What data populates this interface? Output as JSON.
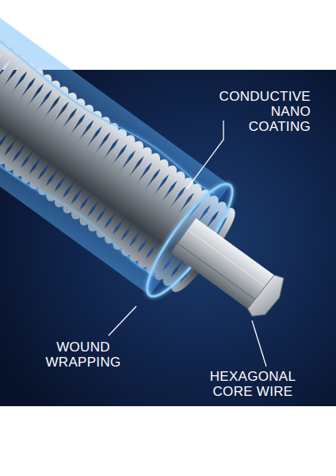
{
  "diagram": {
    "labels": [
      "CONDUCTIVE NANO COATING",
      "WOUND WRAPPING",
      "HEXAGONAL CORE WIRE"
    ]
  }
}
